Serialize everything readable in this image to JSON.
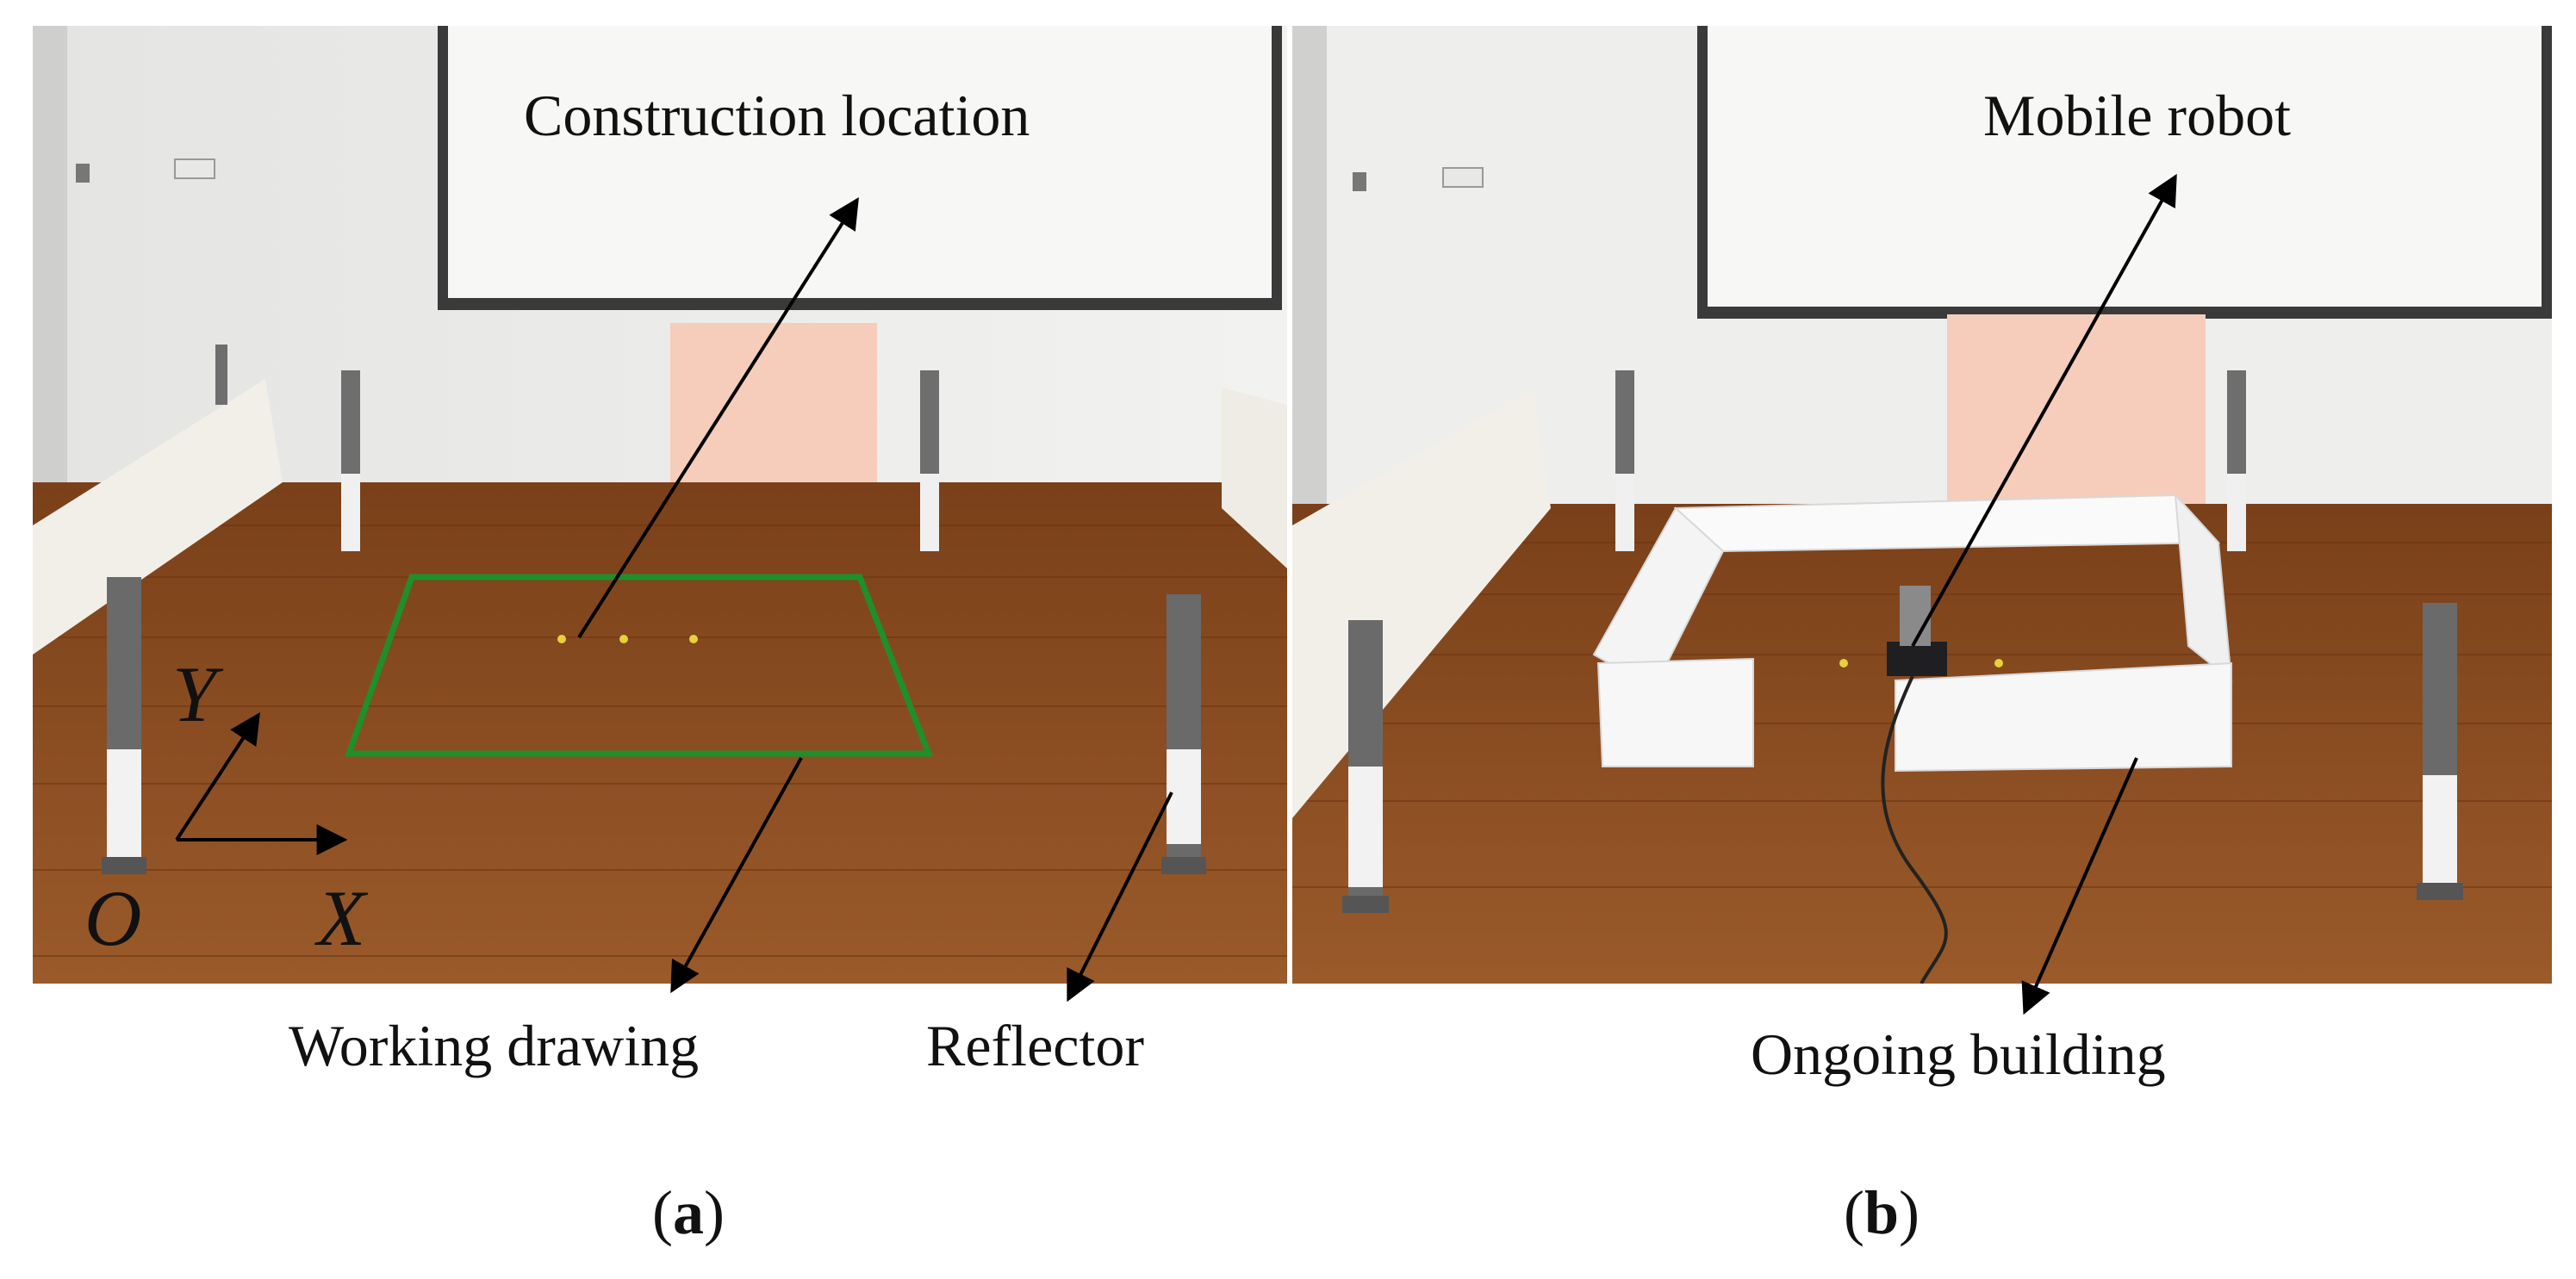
{
  "panel_a": {
    "caption_label": "a",
    "labels": {
      "construction_location": "Construction location",
      "working_drawing": "Working drawing",
      "reflector": "Reflector",
      "axis_y": "Y",
      "axis_x": "X",
      "axis_origin": "O"
    },
    "colors": {
      "working_drawing_outline": "#1f8f2a",
      "floor": "#8b4a20",
      "wall": "#f3f3f1"
    }
  },
  "panel_b": {
    "caption_label": "b",
    "labels": {
      "mobile_robot": "Mobile robot",
      "ongoing_building": "Ongoing building"
    },
    "colors": {
      "floor": "#8b4a20",
      "building_wall": "#f5f5f5"
    }
  },
  "caption_parens": {
    "open": "(",
    "close": ")"
  }
}
